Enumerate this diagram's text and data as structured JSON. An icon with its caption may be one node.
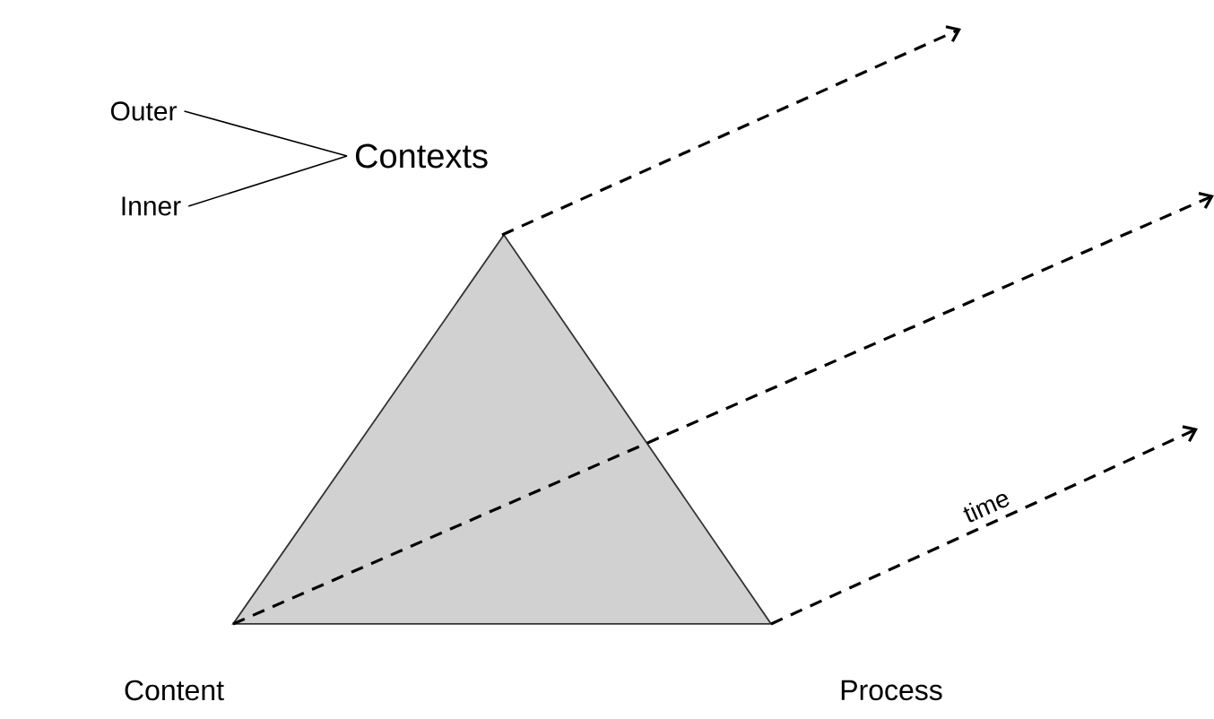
{
  "diagram": {
    "nodes": [
      {
        "text": [
          "Outer"
        ]
      },
      {
        "text": [
          "Inner"
        ]
      },
      {
        "text": [
          "Contexts"
        ]
      },
      {
        "text": [],
        "shape": "triangle",
        "beside": [
          "Content",
          "Process"
        ]
      }
    ],
    "edges": [
      {
        "from": 0,
        "to": 2,
        "arrow": "none"
      },
      {
        "from": 1,
        "to": 2,
        "arrow": "none"
      },
      {
        "from": 3,
        "to": null,
        "arrow": "to",
        "style": "dashed"
      },
      {
        "from": 3,
        "to": null,
        "arrow": "to",
        "style": "dashed"
      },
      {
        "from": 3,
        "to": null,
        "arrow": "to",
        "style": "dashed",
        "label": "time"
      }
    ]
  }
}
